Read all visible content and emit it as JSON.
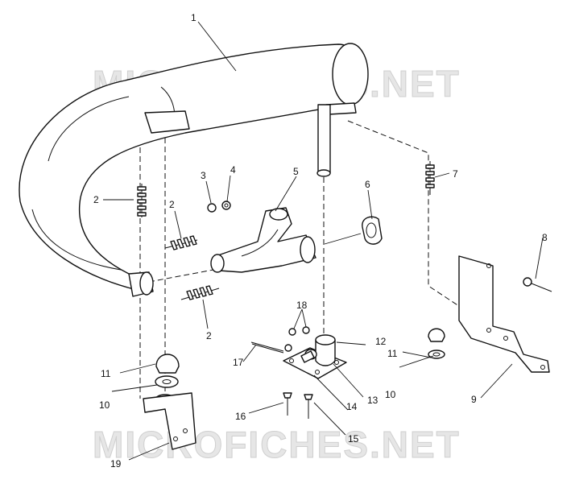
{
  "watermark": {
    "top": "MICROFICHES.NET",
    "bottom": "MICROFICHES.NET"
  },
  "callouts": [
    {
      "id": "c1",
      "text": "1"
    },
    {
      "id": "c2a",
      "text": "2"
    },
    {
      "id": "c2b",
      "text": "2"
    },
    {
      "id": "c2c",
      "text": "2"
    },
    {
      "id": "c3",
      "text": "3"
    },
    {
      "id": "c4",
      "text": "4"
    },
    {
      "id": "c5",
      "text": "5"
    },
    {
      "id": "c6",
      "text": "6"
    },
    {
      "id": "c7",
      "text": "7"
    },
    {
      "id": "c8",
      "text": "8"
    },
    {
      "id": "c9",
      "text": "9"
    },
    {
      "id": "c10a",
      "text": "10"
    },
    {
      "id": "c10b",
      "text": "10"
    },
    {
      "id": "c11a",
      "text": "11"
    },
    {
      "id": "c11b",
      "text": "11"
    },
    {
      "id": "c12",
      "text": "12"
    },
    {
      "id": "c13",
      "text": "13"
    },
    {
      "id": "c14",
      "text": "14"
    },
    {
      "id": "c15",
      "text": "15"
    },
    {
      "id": "c16",
      "text": "16"
    },
    {
      "id": "c17",
      "text": "17"
    },
    {
      "id": "c18",
      "text": "18"
    },
    {
      "id": "c19",
      "text": "19"
    }
  ]
}
